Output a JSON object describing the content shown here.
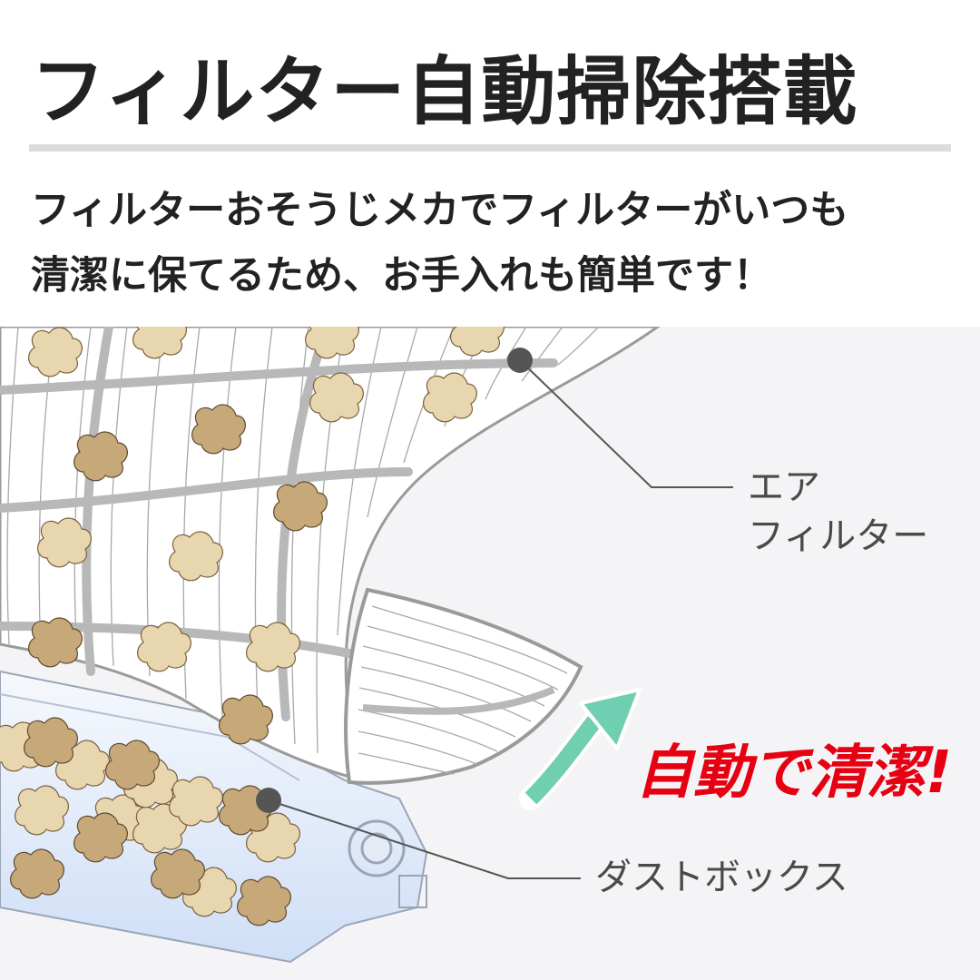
{
  "header": {
    "title": "フィルター自動掃除搭載",
    "description_lines": [
      "フィルターおそうじメカでフィルターがいつも",
      "清潔に保てるため、お手入れも簡単です！"
    ]
  },
  "illustration": {
    "labels": {
      "air_filter_line1": "エア",
      "air_filter_line2": "フィルター",
      "dust_box": "ダストボックス"
    },
    "callout": "自動で清潔!",
    "icons": [
      "leader-dot",
      "curved-arrow-up"
    ]
  },
  "colors": {
    "title_text": "#222222",
    "callout_red": "#e60012",
    "arrow_mint": "#6fcfb0",
    "dust_light": "#e8d6ae",
    "dust_dark": "#c7a979",
    "illustration_bg": "#f4f4f6",
    "dustbox_blue": "#dfe9f8"
  }
}
